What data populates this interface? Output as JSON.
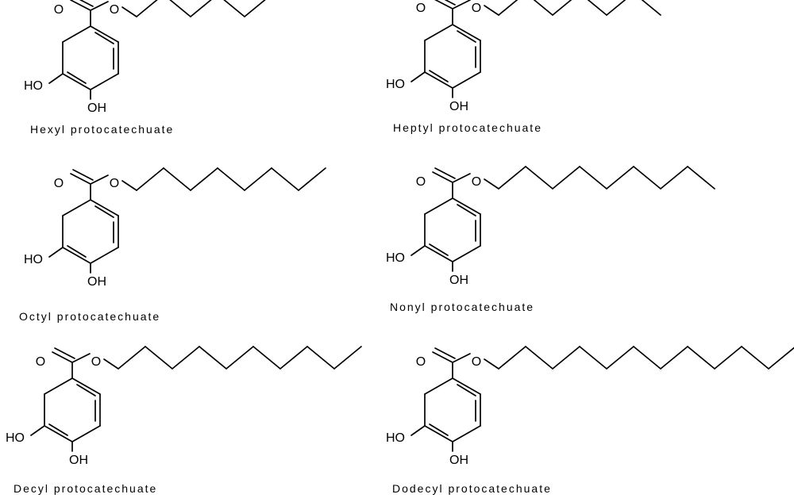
{
  "atoms": {
    "carbonyl_oxygen": "O",
    "ester_oxygen": "O",
    "meta_hydroxyl": "HO",
    "para_hydroxyl": "OH"
  },
  "molecules": [
    {
      "name": "Hexyl protocatechuate",
      "chain_carbons": 6
    },
    {
      "name": "Heptyl protocatechuate",
      "chain_carbons": 7
    },
    {
      "name": "Octyl protocatechuate",
      "chain_carbons": 8
    },
    {
      "name": "Nonyl protocatechuate",
      "chain_carbons": 9
    },
    {
      "name": "Decyl protocatechuate",
      "chain_carbons": 10
    },
    {
      "name": "Dodecyl protocatechuate",
      "chain_carbons": 12
    }
  ]
}
